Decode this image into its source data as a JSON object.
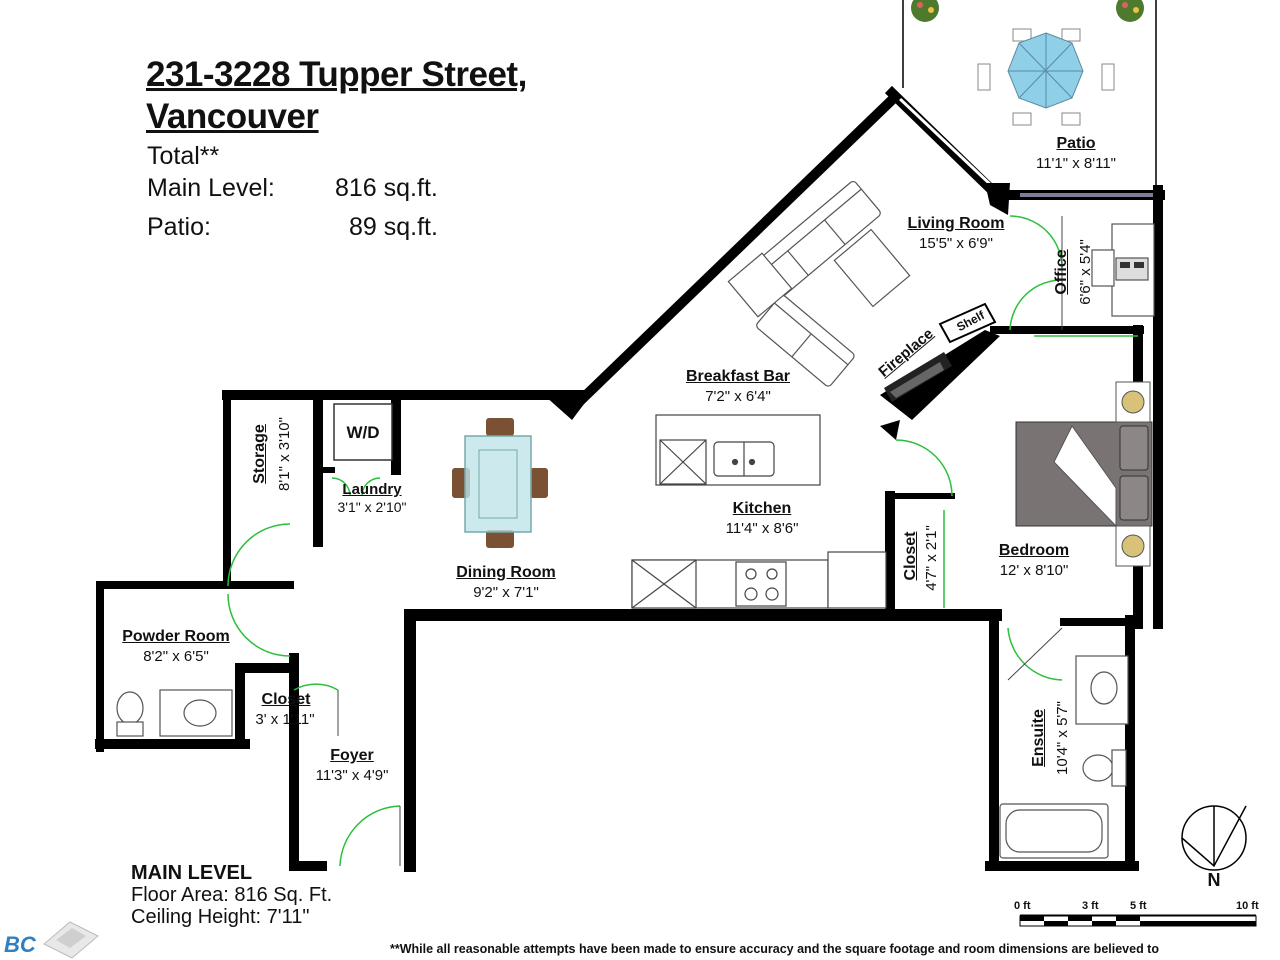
{
  "header": {
    "title_line1": "231-3228 Tupper Street,",
    "title_line2": "Vancouver",
    "total_label": "Total**",
    "main_level_label": "Main Level:",
    "main_level_value": "816 sq.ft.",
    "patio_label": "Patio:",
    "patio_value": "89 sq.ft."
  },
  "rooms": {
    "patio": {
      "name": "Patio",
      "dims": "11'1\" x 8'11\""
    },
    "living_room": {
      "name": "Living Room",
      "dims": "15'5\" x 6'9\""
    },
    "office": {
      "name": "Office",
      "dims": "6'6\" x 5'4\""
    },
    "breakfast_bar": {
      "name": "Breakfast Bar",
      "dims": "7'2\" x 6'4\""
    },
    "fireplace": {
      "name": "Fireplace"
    },
    "shelf": {
      "name": "Shelf"
    },
    "storage": {
      "name": "Storage",
      "dims": "8'1\" x 3'10\""
    },
    "wd": {
      "name": "W/D"
    },
    "laundry": {
      "name": "Laundry",
      "dims": "3'1\" x 2'10\""
    },
    "kitchen": {
      "name": "Kitchen",
      "dims": "11'4\" x 8'6\""
    },
    "dining_room": {
      "name": "Dining Room",
      "dims": "9'2\" x 7'1\""
    },
    "closet_bed": {
      "name": "Closet",
      "dims": "4'7\" x 2'1\""
    },
    "bedroom": {
      "name": "Bedroom",
      "dims": "12' x 8'10\""
    },
    "powder_room": {
      "name": "Powder Room",
      "dims": "8'2\" x 6'5\""
    },
    "closet_foyer": {
      "name": "Closet",
      "dims": "3' x 1'11\""
    },
    "foyer": {
      "name": "Foyer",
      "dims": "11'3\" x 4'9\""
    },
    "ensuite": {
      "name": "Ensuite",
      "dims": "10'4\" x 5'7\""
    }
  },
  "main_level": {
    "heading": "MAIN LEVEL",
    "floor_area": "Floor Area: 816 Sq. Ft.",
    "ceiling_height": "Ceiling Height: 7'11\""
  },
  "compass": {
    "label": "N"
  },
  "scale": {
    "l0": "0 ft",
    "l3": "3 ft",
    "l5": "5 ft",
    "l10": "10 ft"
  },
  "footer": {
    "disclaimer": "**While all reasonable attempts have been made to ensure accuracy and the square footage and room dimensions are believed to",
    "logo_text": "BC"
  },
  "colors": {
    "wall": "#000000",
    "door_swing": "#2bbf3c",
    "umbrella": "#8fd0e8",
    "bed": "#7a7373",
    "glass_table": "#bfe4e8"
  }
}
